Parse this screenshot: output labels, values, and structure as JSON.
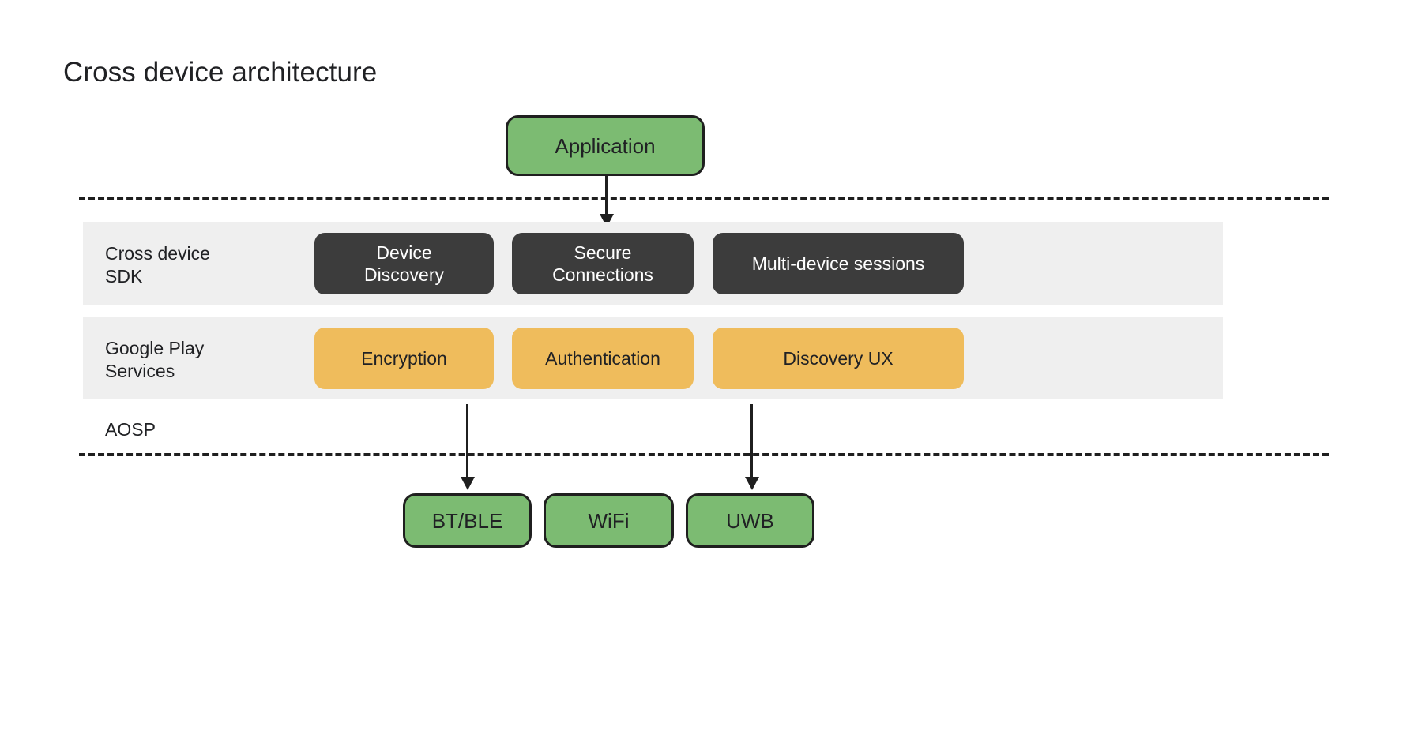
{
  "title": "Cross device architecture",
  "application": {
    "label": "Application"
  },
  "layers": [
    {
      "id": "cross-device-sdk",
      "label": "Cross device\nSDK",
      "style": "dark",
      "modules": [
        {
          "label": "Device\nDiscovery"
        },
        {
          "label": "Secure\nConnections"
        },
        {
          "label": "Multi-device sessions"
        }
      ]
    },
    {
      "id": "google-play-services",
      "label": "Google Play\nServices",
      "style": "amber",
      "modules": [
        {
          "label": "Encryption"
        },
        {
          "label": "Authentication"
        },
        {
          "label": "Discovery UX"
        }
      ]
    }
  ],
  "aosp": {
    "label": "AOSP"
  },
  "transports": [
    {
      "label": "BT/BLE"
    },
    {
      "label": "WiFi"
    },
    {
      "label": "UWB"
    }
  ],
  "colors": {
    "green": "#7CBB72",
    "dark_chip": "#3C3C3C",
    "amber_chip": "#EFBC5C",
    "band_background": "#EFEFEF",
    "stroke": "#1f1f1f",
    "text": "#202124",
    "page_background": "#ffffff"
  }
}
